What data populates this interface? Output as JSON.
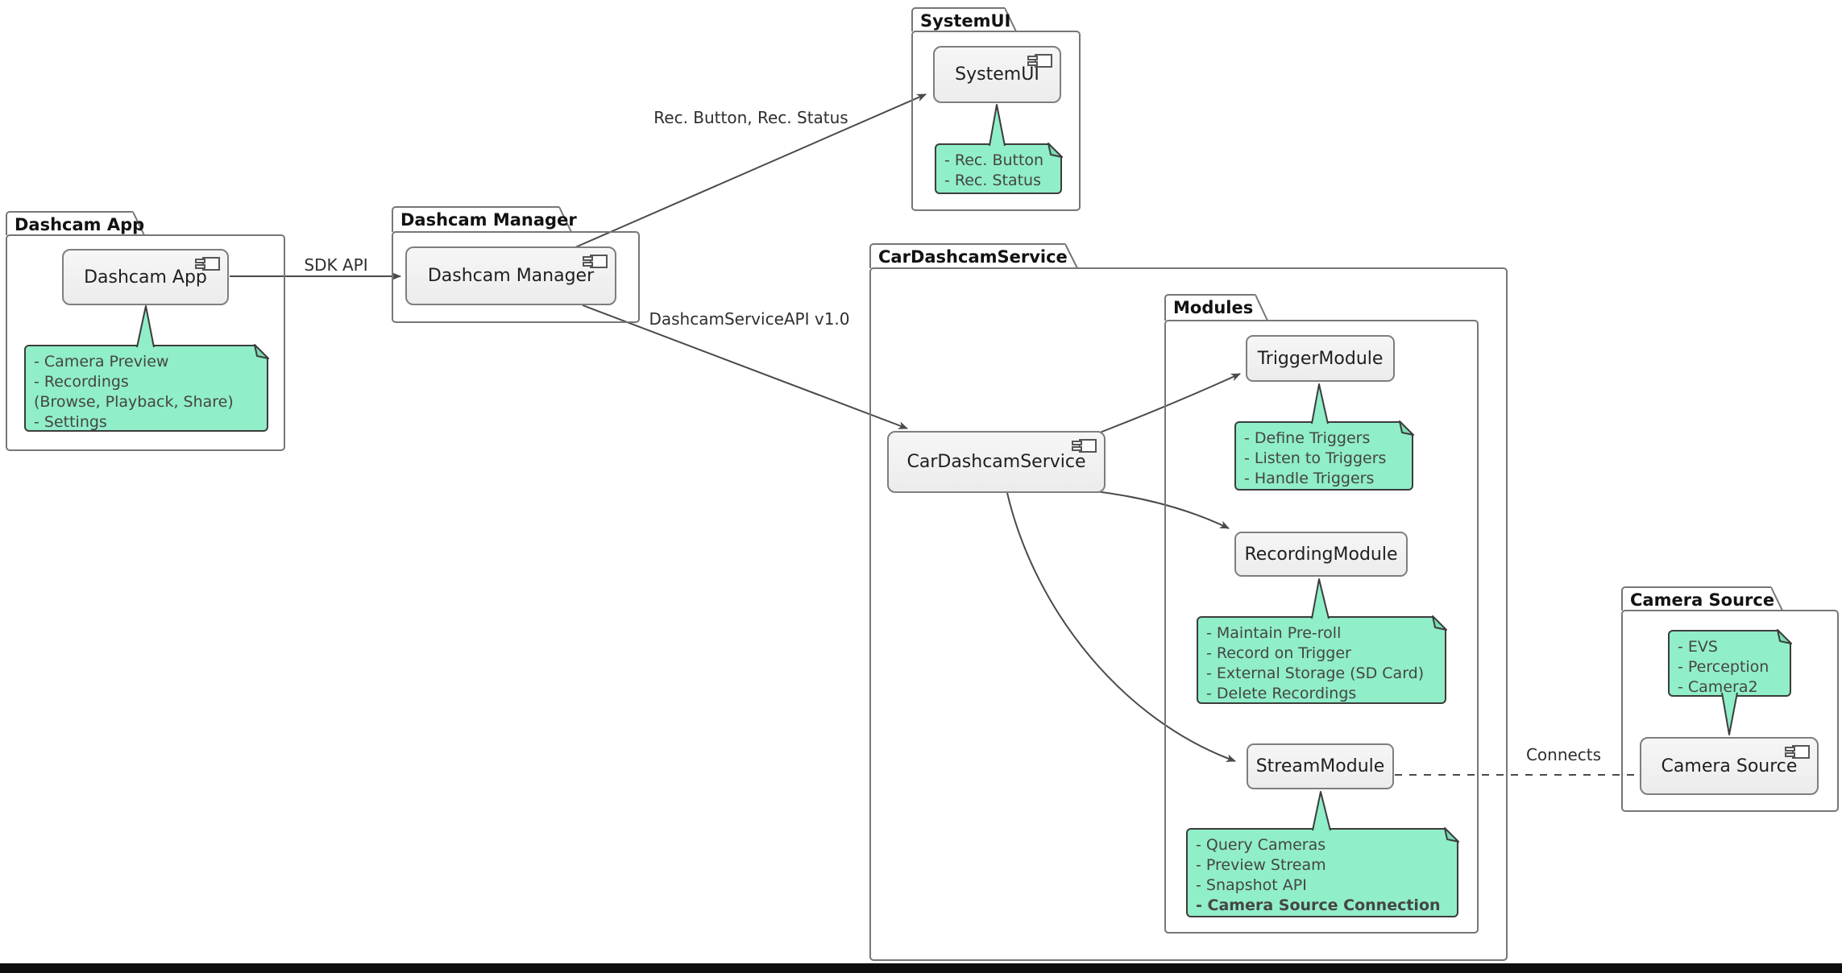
{
  "diagram": {
    "type": "uml-component-diagram",
    "colors": {
      "note_fill": "#90EEC8",
      "note_border": "#3C3C3C",
      "component_fill": "#F1F1F1",
      "package_border": "#767676",
      "line_color": "#4A4A4A",
      "bottom_bar": "#0E0E0E"
    }
  },
  "packages": {
    "dashcam_app": {
      "title": "Dashcam App"
    },
    "dashcam_manager": {
      "title": "Dashcam Manager"
    },
    "systemui": {
      "title": "SystemUI"
    },
    "car_dashcam_service": {
      "title": "CarDashcamService"
    },
    "modules": {
      "title": "Modules"
    },
    "camera_source": {
      "title": "Camera Source"
    }
  },
  "components": {
    "dashcam_app": "Dashcam App",
    "dashcam_manager": "Dashcam Manager",
    "systemui": "SystemUI",
    "car_dashcam_service": "CarDashcamService",
    "trigger_module": "TriggerModule",
    "recording_module": "RecordingModule",
    "stream_module": "StreamModule",
    "camera_source": "Camera Source"
  },
  "notes": {
    "dashcam_app": {
      "lines": [
        "- Camera Preview",
        "- Recordings",
        "(Browse, Playback, Share)",
        "- Settings"
      ]
    },
    "systemui": {
      "lines": [
        "- Rec. Button",
        "- Rec. Status"
      ]
    },
    "trigger_module": {
      "lines": [
        "- Define Triggers",
        "- Listen to Triggers",
        "- Handle Triggers"
      ]
    },
    "recording_module": {
      "lines": [
        "- Maintain Pre-roll",
        "- Record on Trigger",
        "- External Storage (SD Card)",
        "- Delete Recordings"
      ]
    },
    "stream_module": {
      "lines": [
        "- Query Cameras",
        "- Preview Stream",
        "- Snapshot API",
        "- Camera Source Connection"
      ]
    },
    "camera_source": {
      "lines": [
        "- EVS",
        "- Perception",
        "- Camera2"
      ]
    }
  },
  "edges": {
    "sdk_api": "SDK API",
    "rec_button_status": "Rec. Button, Rec. Status",
    "dashcam_service_api": "DashcamServiceAPI v1.0",
    "connects": "Connects"
  }
}
